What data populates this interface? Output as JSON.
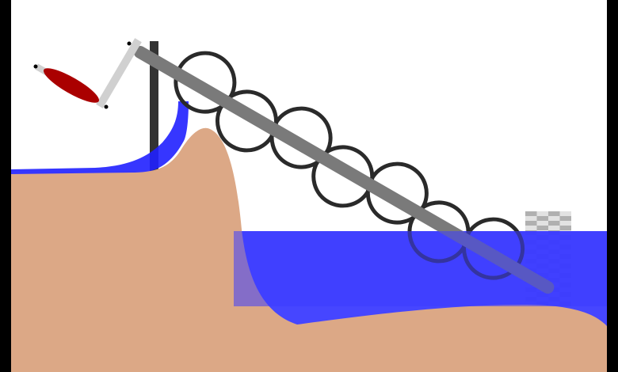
{
  "colors": {
    "background": "#ffffff",
    "frame": "#000000",
    "ground": "#dca886",
    "water": "#3c3cff",
    "screw": "#2a2a2a",
    "shaft": "#7a7a7a",
    "crank_arm": "#d0d0d0",
    "handle": "#aa0000",
    "post": "#333333"
  },
  "icons": [
    "archimedes-screw",
    "crank-handle",
    "support-post",
    "water-level-marker"
  ]
}
